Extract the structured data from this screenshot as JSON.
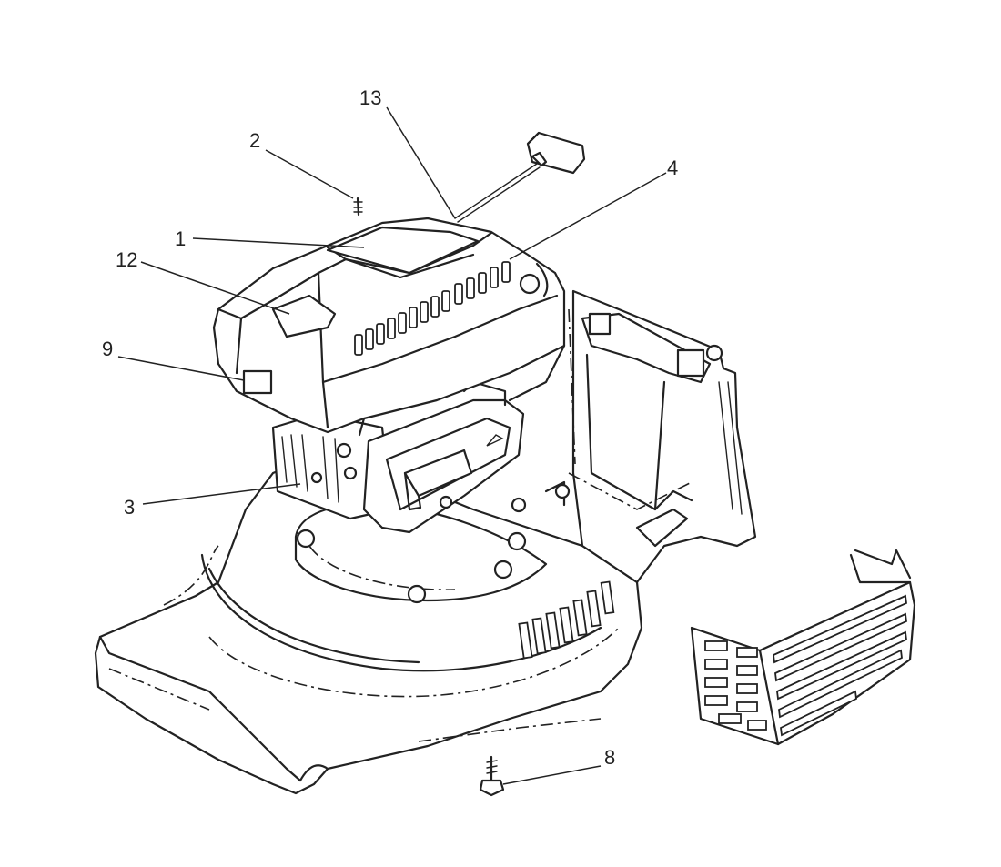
{
  "callouts": {
    "c1": "1",
    "c2": "2",
    "c3": "3",
    "c4": "4",
    "c8": "8",
    "c9": "9",
    "c12": "12",
    "c13": "13"
  }
}
